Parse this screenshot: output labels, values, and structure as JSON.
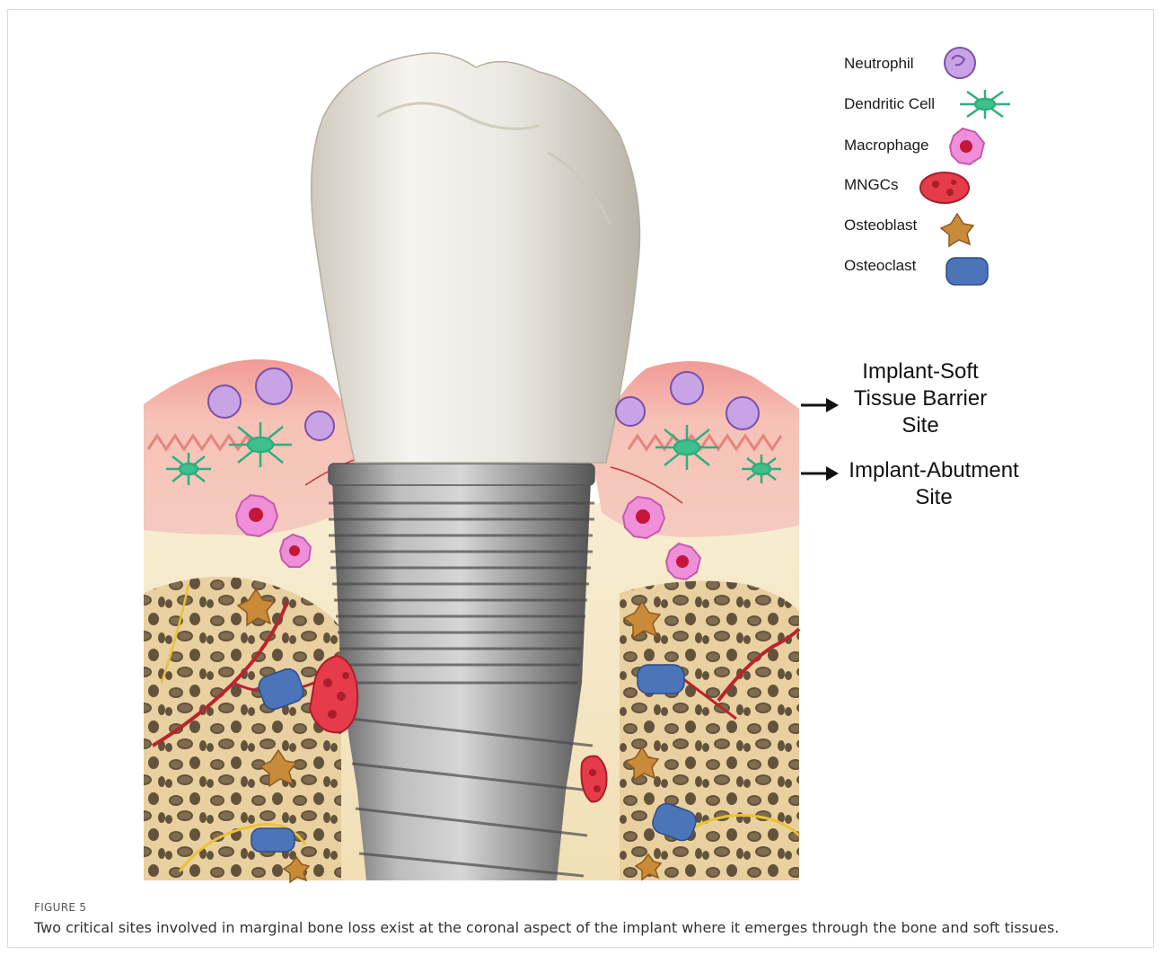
{
  "legend": {
    "items": [
      {
        "label": "Neutrophil",
        "icon": "neutrophil-icon"
      },
      {
        "label": "Dendritic Cell",
        "icon": "dendritic-cell-icon"
      },
      {
        "label": "Macrophage",
        "icon": "macrophage-icon"
      },
      {
        "label": "MNGCs",
        "icon": "mngc-icon"
      },
      {
        "label": "Osteoblast",
        "icon": "osteoblast-icon"
      },
      {
        "label": "Osteoclast",
        "icon": "osteoclast-icon"
      }
    ]
  },
  "sites": {
    "soft_tissue_line1": "Implant-Soft",
    "soft_tissue_line2": "Tissue Barrier",
    "soft_tissue_line3": "Site",
    "abutment_line1": "Implant-Abutment",
    "abutment_line2": "Site"
  },
  "figure": {
    "number": "FIGURE 5",
    "caption": "Two critical sites involved in marginal bone loss exist at the coronal aspect of the implant where it emerges through the bone and soft tissues."
  },
  "colors": {
    "gum": "#f3b9b0",
    "bone": "#f6e8c8",
    "neutrophil": "#b68ad6",
    "dendritic": "#3fbf8c",
    "macrophage": "#e77ad0",
    "mngc": "#e63b4a",
    "osteoblast": "#c98a3a",
    "osteoclast": "#4c74b8",
    "implant": "#8e8e8e"
  }
}
